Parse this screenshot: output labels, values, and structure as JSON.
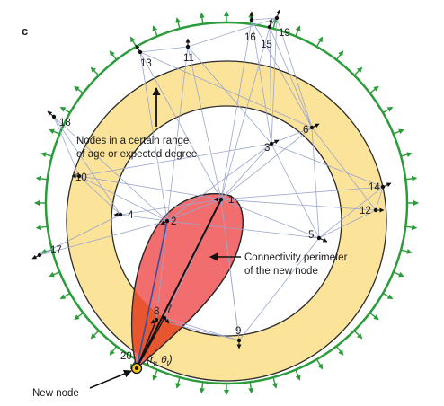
{
  "panel_label": "c",
  "annotations": {
    "annulus_line1": "Nodes in a certain range",
    "annulus_line2": "of age or expected degree",
    "perimeter_line1": "Connectivity perimeter",
    "perimeter_line2": "of the new node",
    "new_node": "New node",
    "coordinate": "(r",
    "coordinate_sub1": "t",
    "coordinate_mid": ", θ",
    "coordinate_sub2": "t",
    "coordinate_end": ")"
  },
  "node_labels": {
    "n1": "1",
    "n2": "2",
    "n3": "3",
    "n4": "4",
    "n5": "5",
    "n6": "6",
    "n7": "7",
    "n8": "8",
    "n9": "9",
    "n10": "10",
    "n11": "11",
    "n12": "12",
    "n13": "13",
    "n14": "14",
    "n15": "15",
    "n16": "16",
    "n17": "17",
    "n18": "18",
    "n19": "19",
    "n20": "20"
  },
  "colors": {
    "outer_circle": "#2a9d3a",
    "annulus": "#fbe39a",
    "perimeter_fill": "#f26d6d",
    "overlap_fill": "#e8562f",
    "edges": "#9aa6cf",
    "node": "#111111",
    "new_node_ring": "#f3c316"
  }
}
